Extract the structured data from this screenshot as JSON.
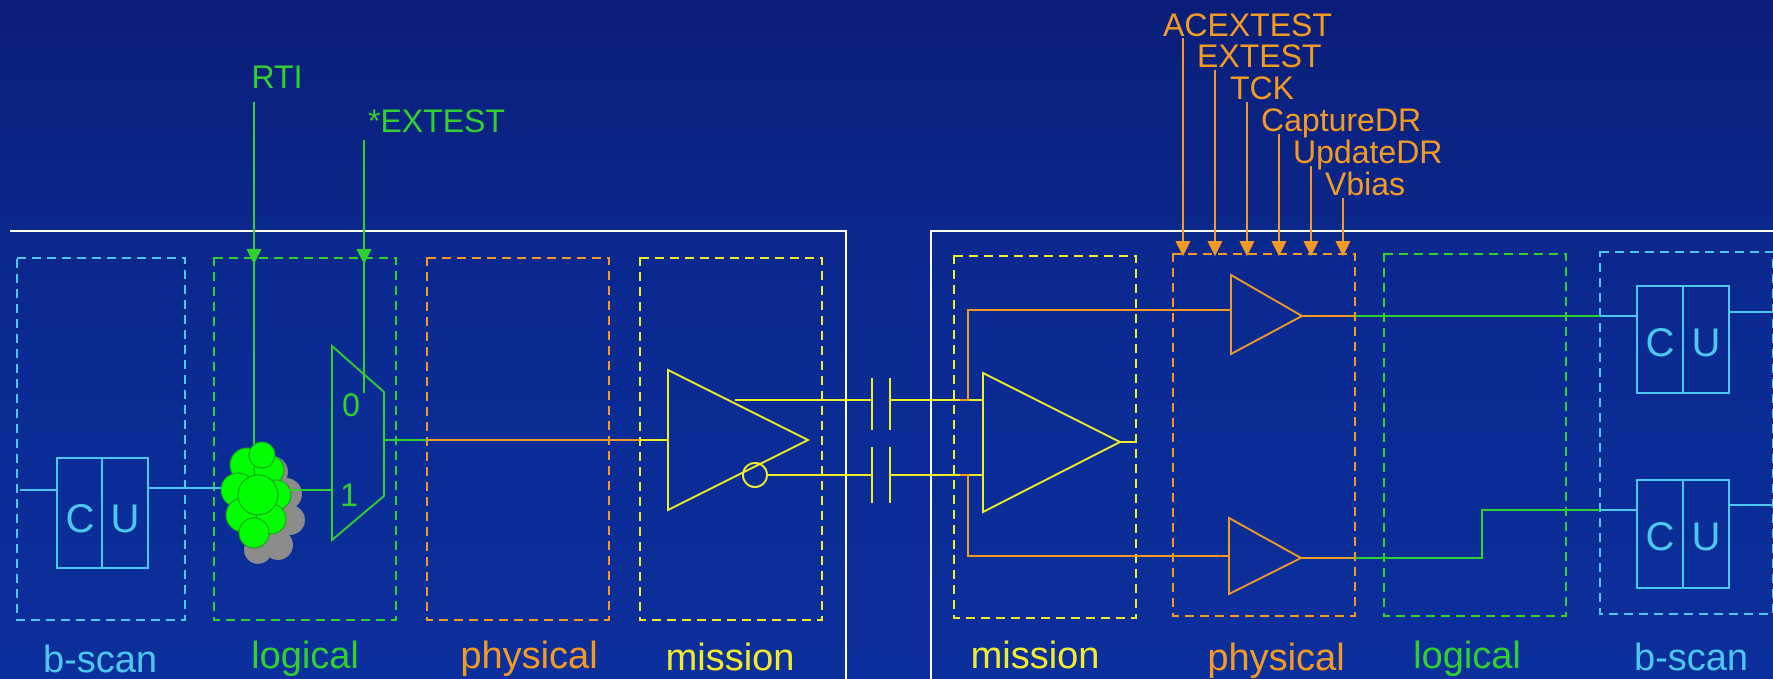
{
  "colors": {
    "background": "#0a2a92",
    "boundary": "#ffffff",
    "bscan": "#4cc7f0",
    "logical": "#2fd12f",
    "physical": "#f39a22",
    "mission": "#f3ec2a",
    "cloud": "#00ff00",
    "cloud_shadow": "#8c8c8c"
  },
  "left_chip": {
    "control_signals": [
      "RTI",
      "*EXTEST"
    ],
    "cell": {
      "left": "C",
      "right": "U"
    },
    "mux": {
      "input_0": "0",
      "input_1": "1"
    },
    "region_labels": [
      "b-scan",
      "logical",
      "physical",
      "mission"
    ]
  },
  "right_chip": {
    "control_signals": [
      "ACEXTEST",
      "EXTEST",
      "TCK",
      "CaptureDR",
      "UpdateDR",
      "Vbias"
    ],
    "cells": [
      {
        "left": "C",
        "right": "U"
      },
      {
        "left": "C",
        "right": "U"
      }
    ],
    "region_labels": [
      "mission",
      "physical",
      "logical",
      "b-scan"
    ]
  }
}
